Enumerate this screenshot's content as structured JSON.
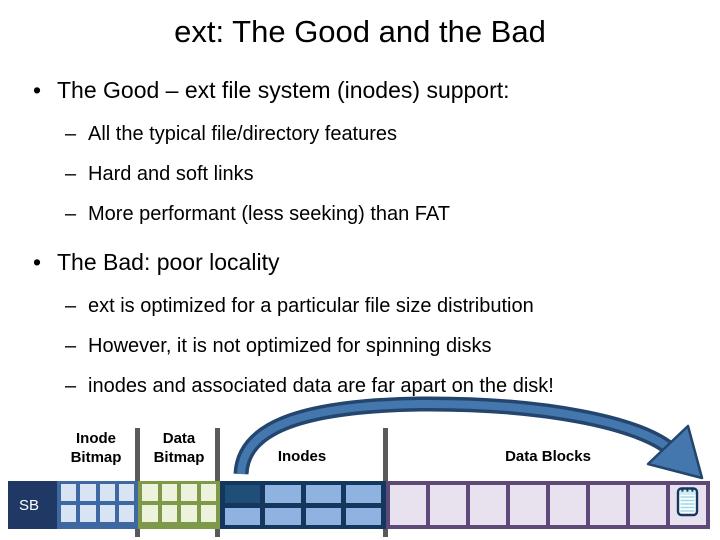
{
  "slide": {
    "title": "ext: The Good and the Bad",
    "bullet_char": "•",
    "dash_char": "–",
    "bullets": [
      {
        "text": "The Good – ext file system (inodes) support:",
        "subs": [
          "All the typical file/directory features",
          "Hard and soft links",
          "More performant (less seeking) than FAT"
        ]
      },
      {
        "text": "The Bad: poor locality",
        "subs": [
          "ext is optimized for a particular file size distribution",
          "However, it is not optimized for spinning disks",
          "inodes and associated data are far apart on the disk!"
        ]
      }
    ]
  },
  "diagram": {
    "superblock_label": "SB",
    "labels": {
      "inode_bitmap_line1": "Inode",
      "inode_bitmap_line2": "Bitmap",
      "data_bitmap_line1": "Data",
      "data_bitmap_line2": "Bitmap",
      "inodes": "Inodes",
      "data_blocks": "Data Blocks"
    },
    "grids": {
      "inode_bitmap": {
        "cols": 4,
        "rows": 2
      },
      "data_bitmap": {
        "cols": 4,
        "rows": 2
      },
      "inodes": {
        "cols": 4,
        "rows": 2,
        "highlight_cell": 0
      },
      "data_blocks": {
        "cols": 8,
        "rows": 1,
        "notepad_icon_cell": 7
      }
    },
    "colors": {
      "superblock": "#1F3864",
      "inode_bitmap_bg": "#3E68A1",
      "inode_bitmap_cell": "#D8E4F4",
      "data_bitmap_bg": "#7E9A48",
      "data_bitmap_cell": "#EDF2DD",
      "inodes_bg": "#16375D",
      "inodes_cell": "#8FB3E1",
      "inodes_highlight_cell": "#1F4E79",
      "data_blocks_bg": "#5F4979",
      "data_blocks_cell": "#E7E2EE",
      "divider": "#595959",
      "arrow_dark": "#24466E",
      "arrow_mid": "#4377AE"
    }
  }
}
